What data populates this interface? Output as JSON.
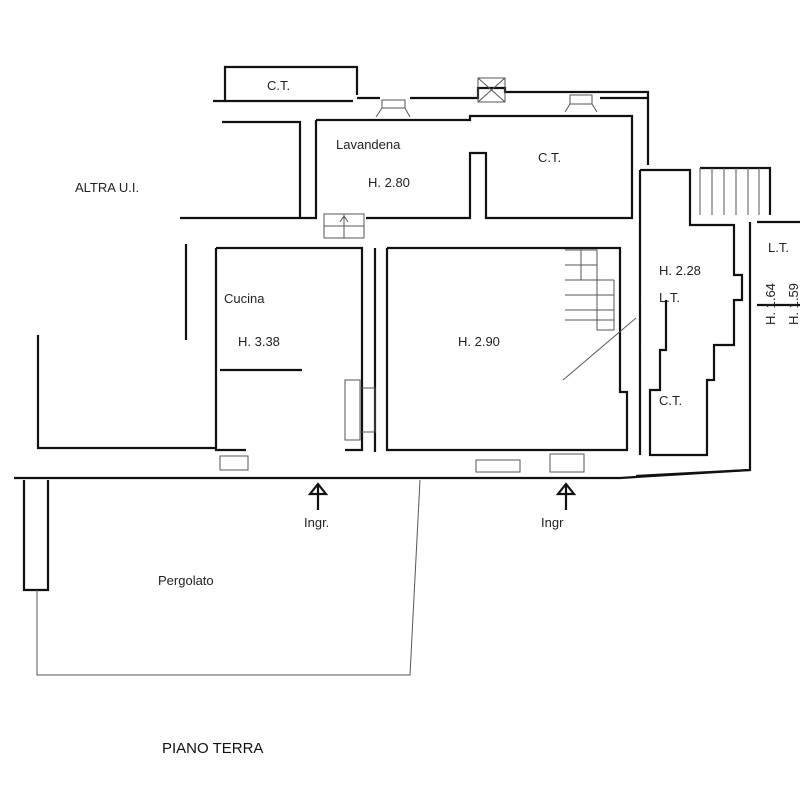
{
  "plan": {
    "title": "PIANO TERRA",
    "rooms": {
      "ct_top": "C.T.",
      "lavanderia": "Lavandena",
      "lavanderia_height": "H. 2.80",
      "ct_upper_right": "C.T.",
      "altra_ui": "ALTRA U.I.",
      "cucina": "Cucina",
      "cucina_height": "H. 3.38",
      "main_height": "H. 2.90",
      "lt_height": "H. 2.28",
      "lt_label": "L.T.",
      "ct_right": "C.T.",
      "lt_far_right": "L.T.",
      "h_164": "H. 1.64",
      "h_159": "H. 1.59",
      "entrance_left": "Ingr.",
      "entrance_right": "Ingr",
      "pergolato": "Pergolato"
    }
  }
}
